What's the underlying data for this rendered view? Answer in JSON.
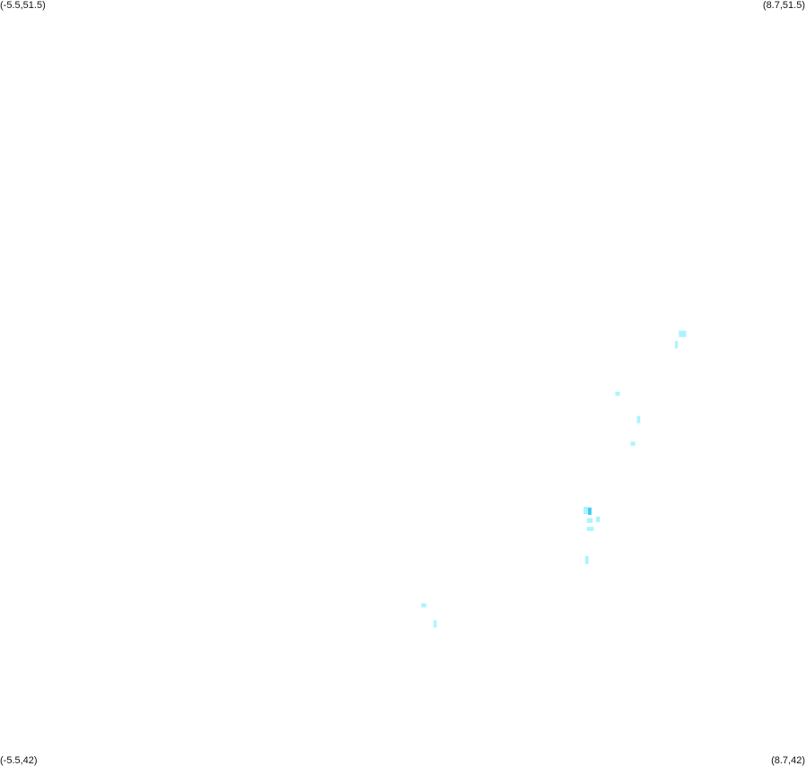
{
  "map": {
    "corners": {
      "top_left": "(-5.5,51.5)",
      "top_right": "(8.7,51.5)",
      "bottom_left": "(-5.5,42)",
      "bottom_right": "(8.7,42)"
    },
    "bounds": {
      "lon_min": -5.5,
      "lon_max": 8.7,
      "lat_min": 42,
      "lat_max": 51.5
    },
    "colors": {
      "background": "#ffffff",
      "cell_light": "#aaf4ff",
      "cell_medium": "#7fe6ff",
      "cell_dark": "#3fc9f0"
    },
    "cells": [
      {
        "lon": 6.46,
        "lat": 47.31,
        "dlon": 0.13,
        "dlat": 0.08,
        "shade": "cell_light"
      },
      {
        "lon": 6.39,
        "lat": 47.17,
        "dlon": 0.05,
        "dlat": 0.09,
        "shade": "cell_light"
      },
      {
        "lon": 5.34,
        "lat": 46.58,
        "dlon": 0.08,
        "dlat": 0.05,
        "shade": "cell_light"
      },
      {
        "lon": 5.61,
        "lat": 45.96,
        "dlon": 0.08,
        "dlat": 0.05,
        "shade": "cell_light"
      },
      {
        "lon": 5.72,
        "lat": 46.24,
        "dlon": 0.06,
        "dlat": 0.09,
        "shade": "cell_light"
      },
      {
        "lon": 4.78,
        "lat": 45.11,
        "dlon": 0.08,
        "dlat": 0.09,
        "shade": "cell_light"
      },
      {
        "lon": 4.86,
        "lat": 45.1,
        "dlon": 0.06,
        "dlat": 0.09,
        "shade": "cell_dark"
      },
      {
        "lon": 4.84,
        "lat": 45.0,
        "dlon": 0.1,
        "dlat": 0.06,
        "shade": "cell_light"
      },
      {
        "lon": 5.0,
        "lat": 45.01,
        "dlon": 0.07,
        "dlat": 0.07,
        "shade": "cell_light"
      },
      {
        "lon": 4.84,
        "lat": 44.9,
        "dlon": 0.12,
        "dlat": 0.05,
        "shade": "cell_light"
      },
      {
        "lon": 4.81,
        "lat": 44.49,
        "dlon": 0.06,
        "dlat": 0.1,
        "shade": "cell_light"
      },
      {
        "lon": 1.92,
        "lat": 43.95,
        "dlon": 0.09,
        "dlat": 0.05,
        "shade": "cell_light"
      },
      {
        "lon": 2.14,
        "lat": 43.7,
        "dlon": 0.05,
        "dlat": 0.09,
        "shade": "cell_light"
      }
    ]
  }
}
